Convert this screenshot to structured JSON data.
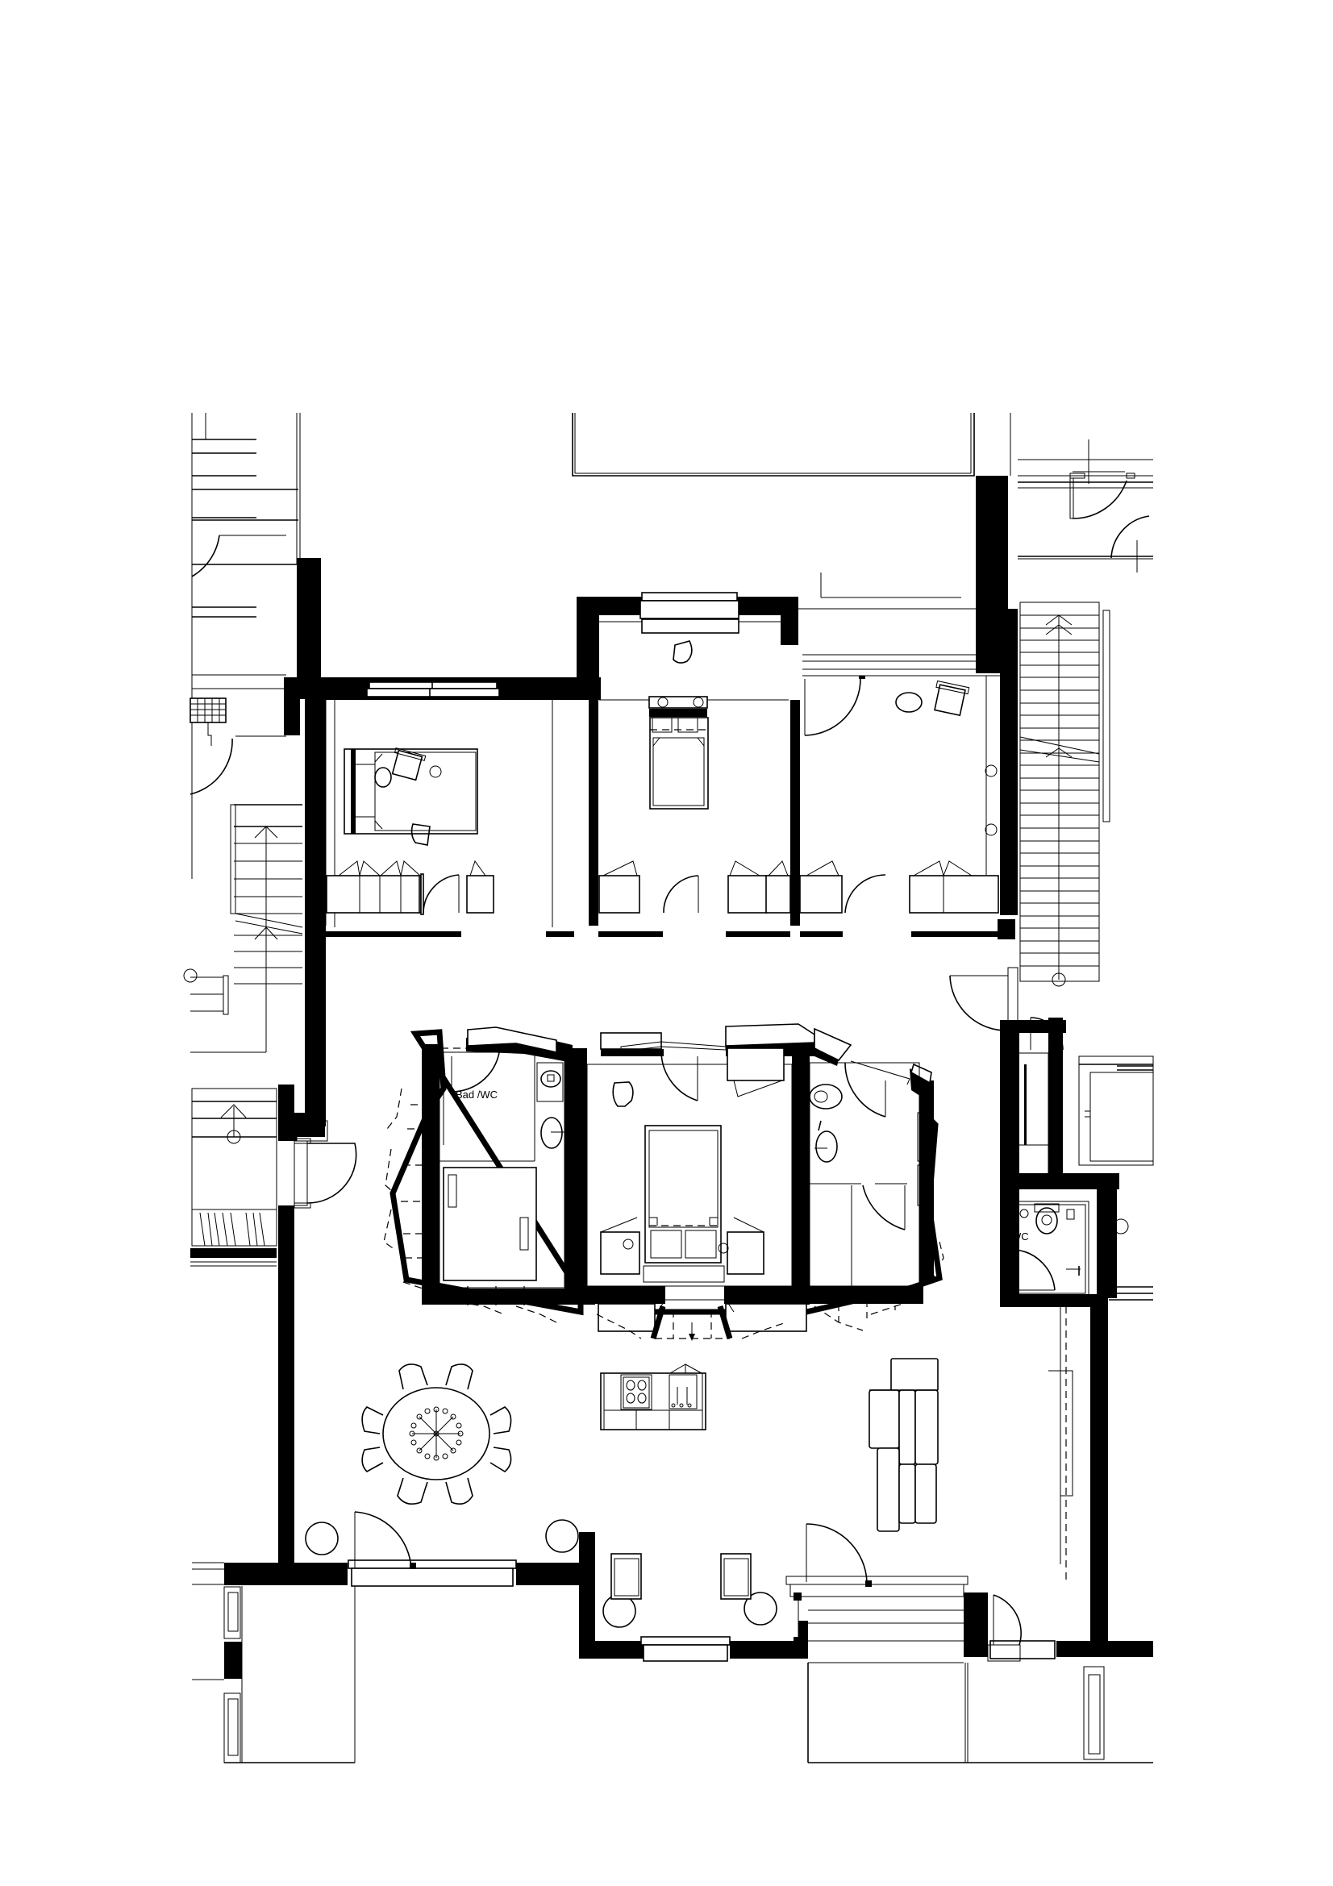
{
  "drawing": {
    "type": "architectural floor plan",
    "background": "#ffffff",
    "line_color": "#000000"
  },
  "labels": {
    "bath_wc": "Bad /WC",
    "wc": "WC"
  },
  "rooms": [
    {
      "id": "bedroom-west",
      "furniture": [
        "double-bed",
        "armchair",
        "side-table",
        "desk-chair",
        "wardrobe"
      ]
    },
    {
      "id": "bedroom-north",
      "furniture": [
        "double-bed",
        "desk-chair",
        "window-bench",
        "wardrobe"
      ]
    },
    {
      "id": "bedroom-east",
      "furniture": [
        "armchair",
        "side-table",
        "wardrobe"
      ]
    },
    {
      "id": "bath-west",
      "label_ref": "labels.bath_wc",
      "furniture": [
        "bathtub",
        "toilet",
        "washbasin"
      ]
    },
    {
      "id": "bedroom-central",
      "furniture": [
        "double-bed",
        "desk-chair",
        "nightstands"
      ]
    },
    {
      "id": "bath-east",
      "furniture": [
        "toilet",
        "washbasin",
        "shower"
      ]
    },
    {
      "id": "guest-wc",
      "label_ref": "labels.wc",
      "furniture": [
        "toilet",
        "washbasin"
      ]
    },
    {
      "id": "living-dining-kitchen",
      "furniture": [
        "round-dining-table-8-chairs",
        "kitchen-island-cooktop-sink",
        "sectional-sofa",
        "two-armchairs",
        "plants"
      ]
    },
    {
      "id": "staircase-east"
    },
    {
      "id": "staircase-west"
    }
  ]
}
